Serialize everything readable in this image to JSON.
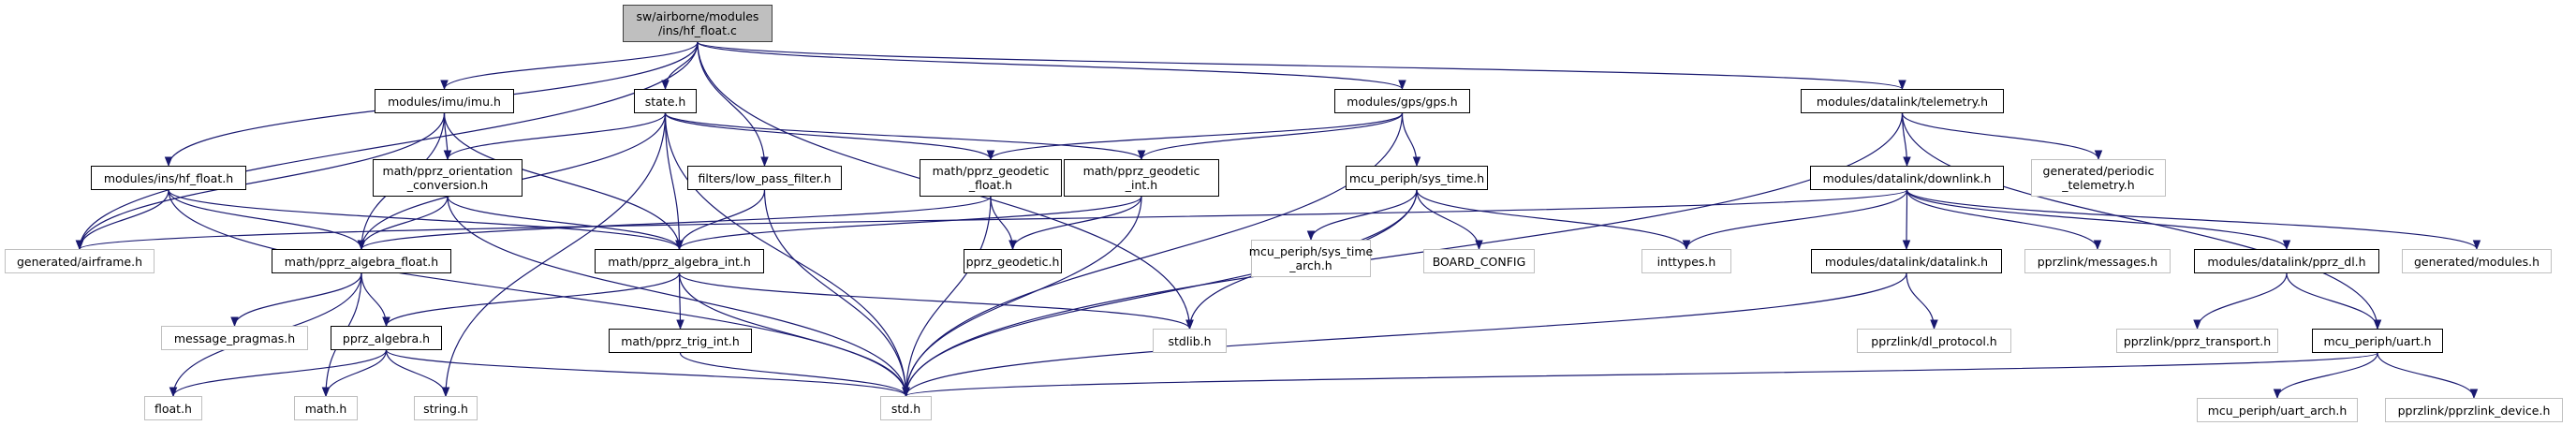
{
  "title": "sw/airborne/modules/ins/hf_float.c include dependency graph",
  "colors": {
    "edge": "#191970",
    "root_fill": "#bfbfbf",
    "node_border": "#000000",
    "external_border": "#bfbfbf"
  },
  "nodes": [
    {
      "id": "root",
      "label": "sw/airborne/modules\n/ins/hf_float.c",
      "kind": "root"
    },
    {
      "id": "imu",
      "label": "modules/imu/imu.h",
      "kind": "doc"
    },
    {
      "id": "state",
      "label": "state.h",
      "kind": "doc"
    },
    {
      "id": "gps",
      "label": "modules/gps/gps.h",
      "kind": "doc"
    },
    {
      "id": "telemetry",
      "label": "modules/datalink/telemetry.h",
      "kind": "doc"
    },
    {
      "id": "hf_float_h",
      "label": "modules/ins/hf_float.h",
      "kind": "doc"
    },
    {
      "id": "orientation",
      "label": "math/pprz_orientation\n_conversion.h",
      "kind": "doc"
    },
    {
      "id": "low_pass",
      "label": "filters/low_pass_filter.h",
      "kind": "doc"
    },
    {
      "id": "geodetic_float",
      "label": "math/pprz_geodetic\n_float.h",
      "kind": "doc"
    },
    {
      "id": "geodetic_int",
      "label": "math/pprz_geodetic\n_int.h",
      "kind": "doc"
    },
    {
      "id": "sys_time",
      "label": "mcu_periph/sys_time.h",
      "kind": "doc"
    },
    {
      "id": "downlink",
      "label": "modules/datalink/downlink.h",
      "kind": "doc"
    },
    {
      "id": "periodic",
      "label": "generated/periodic\n_telemetry.h",
      "kind": "ext"
    },
    {
      "id": "airframe",
      "label": "generated/airframe.h",
      "kind": "ext"
    },
    {
      "id": "algebra_float",
      "label": "math/pprz_algebra_float.h",
      "kind": "doc"
    },
    {
      "id": "algebra_int",
      "label": "math/pprz_algebra_int.h",
      "kind": "doc"
    },
    {
      "id": "geodetic",
      "label": "pprz_geodetic.h",
      "kind": "doc"
    },
    {
      "id": "sys_time_arch",
      "label": "mcu_periph/sys_time\n_arch.h",
      "kind": "ext"
    },
    {
      "id": "board_config",
      "label": "BOARD_CONFIG",
      "kind": "ext"
    },
    {
      "id": "inttypes",
      "label": "inttypes.h",
      "kind": "ext"
    },
    {
      "id": "datalink",
      "label": "modules/datalink/datalink.h",
      "kind": "doc"
    },
    {
      "id": "messages",
      "label": "pprzlink/messages.h",
      "kind": "ext"
    },
    {
      "id": "pprz_dl",
      "label": "modules/datalink/pprz_dl.h",
      "kind": "doc"
    },
    {
      "id": "gen_modules",
      "label": "generated/modules.h",
      "kind": "ext"
    },
    {
      "id": "message_pragmas",
      "label": "message_pragmas.h",
      "kind": "ext"
    },
    {
      "id": "pprz_algebra",
      "label": "pprz_algebra.h",
      "kind": "doc"
    },
    {
      "id": "trig_int",
      "label": "math/pprz_trig_int.h",
      "kind": "doc"
    },
    {
      "id": "stdlib",
      "label": "stdlib.h",
      "kind": "ext"
    },
    {
      "id": "dl_protocol",
      "label": "pprzlink/dl_protocol.h",
      "kind": "ext"
    },
    {
      "id": "pprz_transport",
      "label": "pprzlink/pprz_transport.h",
      "kind": "ext"
    },
    {
      "id": "uart",
      "label": "mcu_periph/uart.h",
      "kind": "doc"
    },
    {
      "id": "float_h",
      "label": "float.h",
      "kind": "ext"
    },
    {
      "id": "math_h",
      "label": "math.h",
      "kind": "ext"
    },
    {
      "id": "string_h",
      "label": "string.h",
      "kind": "ext"
    },
    {
      "id": "std_h",
      "label": "std.h",
      "kind": "ext"
    },
    {
      "id": "uart_arch",
      "label": "mcu_periph/uart_arch.h",
      "kind": "ext"
    },
    {
      "id": "pprzlink_device",
      "label": "pprzlink/pprzlink_device.h",
      "kind": "ext"
    }
  ],
  "edges": [
    [
      "root",
      "imu"
    ],
    [
      "root",
      "state"
    ],
    [
      "root",
      "gps"
    ],
    [
      "root",
      "telemetry"
    ],
    [
      "root",
      "hf_float_h"
    ],
    [
      "root",
      "low_pass"
    ],
    [
      "root",
      "airframe"
    ],
    [
      "root",
      "stdlib"
    ],
    [
      "imu",
      "orientation"
    ],
    [
      "imu",
      "airframe"
    ],
    [
      "imu",
      "algebra_float"
    ],
    [
      "imu",
      "algebra_int"
    ],
    [
      "state",
      "orientation"
    ],
    [
      "state",
      "algebra_float"
    ],
    [
      "state",
      "algebra_int"
    ],
    [
      "state",
      "geodetic_float"
    ],
    [
      "state",
      "geodetic_int"
    ],
    [
      "state",
      "std_h"
    ],
    [
      "state",
      "string_h"
    ],
    [
      "hf_float_h",
      "airframe"
    ],
    [
      "hf_float_h",
      "algebra_float"
    ],
    [
      "hf_float_h",
      "algebra_int"
    ],
    [
      "hf_float_h",
      "std_h"
    ],
    [
      "orientation",
      "algebra_float"
    ],
    [
      "orientation",
      "algebra_int"
    ],
    [
      "orientation",
      "std_h"
    ],
    [
      "low_pass",
      "algebra_int"
    ],
    [
      "low_pass",
      "std_h"
    ],
    [
      "gps",
      "geodetic_float"
    ],
    [
      "gps",
      "geodetic_int"
    ],
    [
      "gps",
      "sys_time"
    ],
    [
      "gps",
      "std_h"
    ],
    [
      "geodetic_float",
      "algebra_float"
    ],
    [
      "geodetic_float",
      "geodetic"
    ],
    [
      "geodetic_float",
      "std_h"
    ],
    [
      "geodetic_int",
      "algebra_int"
    ],
    [
      "geodetic_int",
      "geodetic"
    ],
    [
      "geodetic_int",
      "std_h"
    ],
    [
      "sys_time",
      "sys_time_arch"
    ],
    [
      "sys_time",
      "board_config"
    ],
    [
      "sys_time",
      "inttypes"
    ],
    [
      "sys_time",
      "std_h"
    ],
    [
      "sys_time",
      "stdlib"
    ],
    [
      "telemetry",
      "downlink"
    ],
    [
      "telemetry",
      "periodic"
    ],
    [
      "telemetry",
      "uart"
    ],
    [
      "telemetry",
      "std_h"
    ],
    [
      "downlink",
      "airframe"
    ],
    [
      "downlink",
      "inttypes"
    ],
    [
      "downlink",
      "datalink"
    ],
    [
      "downlink",
      "messages"
    ],
    [
      "downlink",
      "pprz_dl"
    ],
    [
      "downlink",
      "gen_modules"
    ],
    [
      "algebra_float",
      "message_pragmas"
    ],
    [
      "algebra_float",
      "pprz_algebra"
    ],
    [
      "algebra_float",
      "float_h"
    ],
    [
      "algebra_float",
      "math_h"
    ],
    [
      "algebra_int",
      "pprz_algebra"
    ],
    [
      "algebra_int",
      "trig_int"
    ],
    [
      "algebra_int",
      "stdlib"
    ],
    [
      "algebra_int",
      "std_h"
    ],
    [
      "pprz_algebra",
      "float_h"
    ],
    [
      "pprz_algebra",
      "math_h"
    ],
    [
      "pprz_algebra",
      "string_h"
    ],
    [
      "pprz_algebra",
      "std_h"
    ],
    [
      "trig_int",
      "std_h"
    ],
    [
      "datalink",
      "dl_protocol"
    ],
    [
      "datalink",
      "std_h"
    ],
    [
      "pprz_dl",
      "pprz_transport"
    ],
    [
      "pprz_dl",
      "uart"
    ],
    [
      "uart",
      "uart_arch"
    ],
    [
      "uart",
      "pprzlink_device"
    ],
    [
      "uart",
      "std_h"
    ]
  ]
}
